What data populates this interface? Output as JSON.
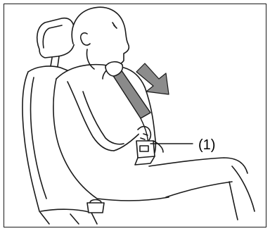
{
  "figure": {
    "callout": {
      "label": "(1)"
    },
    "colors": {
      "line": "#1a1a1a",
      "belt": "#8a8a8a",
      "arrow": "#8c8c8c"
    },
    "icons": {
      "person": "seated-person",
      "seat": "car-seat",
      "belt": "shoulder-belt",
      "buckle": "belt-buckle",
      "arrow": "pull-direction-arrow"
    }
  }
}
